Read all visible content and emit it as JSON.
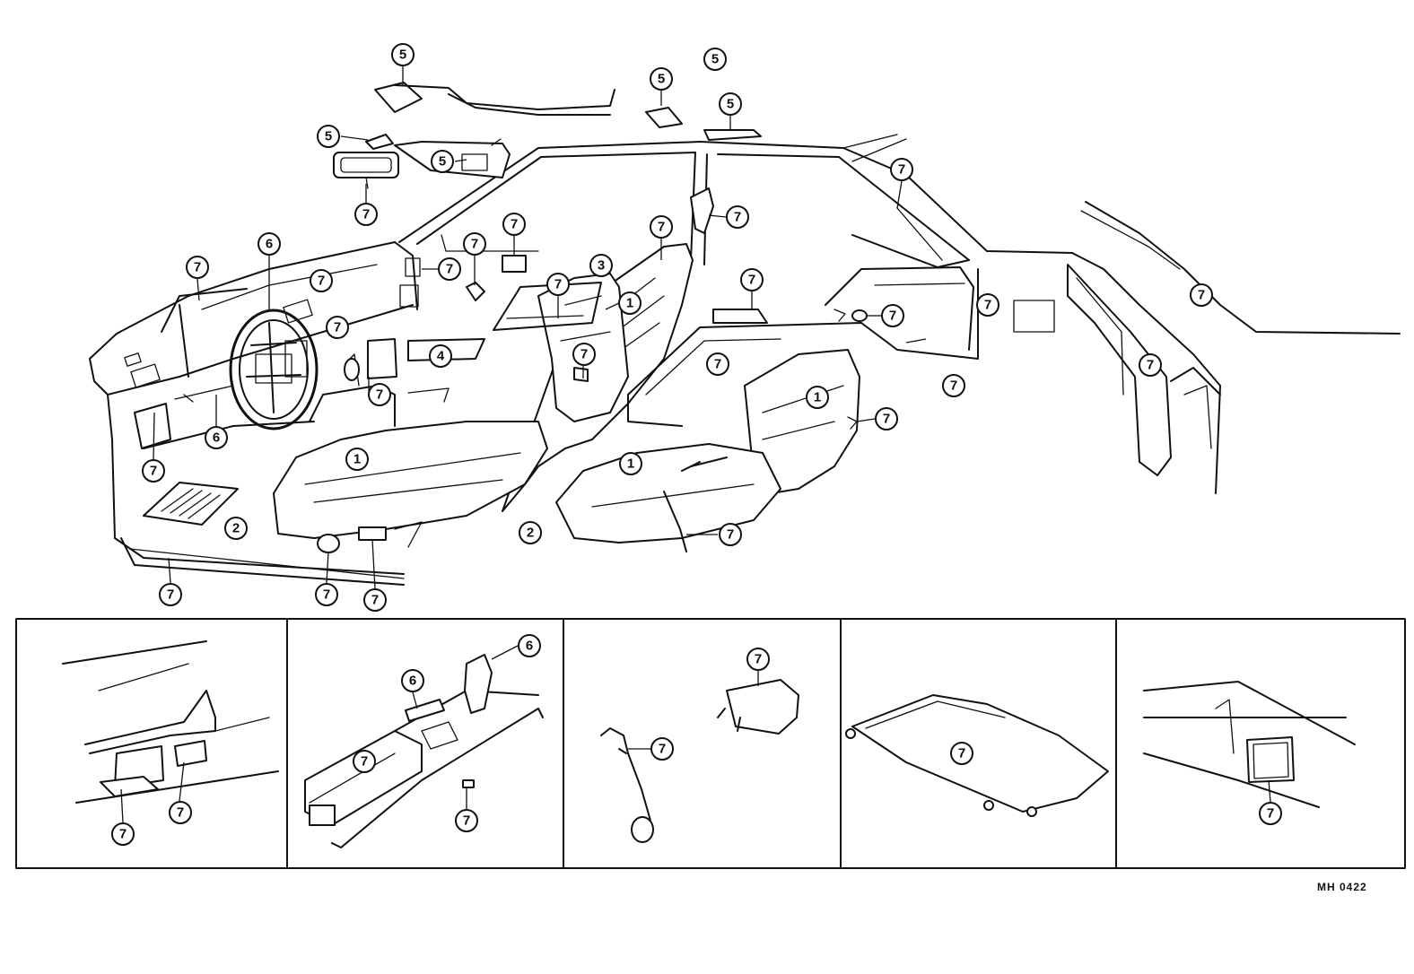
{
  "drawing_code": "MH 0422",
  "callouts": [
    {
      "label": "5"
    },
    {
      "label": "5"
    },
    {
      "label": "5"
    },
    {
      "label": "5"
    },
    {
      "label": "5"
    },
    {
      "label": "5"
    },
    {
      "label": "7"
    },
    {
      "label": "7"
    },
    {
      "label": "7"
    },
    {
      "label": "7"
    },
    {
      "label": "7"
    },
    {
      "label": "7"
    },
    {
      "label": "6"
    },
    {
      "label": "7"
    },
    {
      "label": "7"
    },
    {
      "label": "7"
    },
    {
      "label": "7"
    },
    {
      "label": "3"
    },
    {
      "label": "7"
    },
    {
      "label": "1"
    },
    {
      "label": "7"
    },
    {
      "label": "7"
    },
    {
      "label": "4"
    },
    {
      "label": "7"
    },
    {
      "label": "6"
    },
    {
      "label": "7"
    },
    {
      "label": "7"
    },
    {
      "label": "7"
    },
    {
      "label": "7"
    },
    {
      "label": "7"
    },
    {
      "label": "7"
    },
    {
      "label": "1"
    },
    {
      "label": "7"
    },
    {
      "label": "1"
    },
    {
      "label": "1"
    },
    {
      "label": "2"
    },
    {
      "label": "2"
    },
    {
      "label": "7"
    },
    {
      "label": "7"
    },
    {
      "label": "7"
    },
    {
      "label": "7"
    },
    {
      "label": "7"
    },
    {
      "label": "7"
    },
    {
      "label": "6"
    },
    {
      "label": "6"
    },
    {
      "label": "7"
    },
    {
      "label": "7"
    },
    {
      "label": "7"
    },
    {
      "label": "7"
    },
    {
      "label": "7"
    },
    {
      "label": "7"
    }
  ]
}
